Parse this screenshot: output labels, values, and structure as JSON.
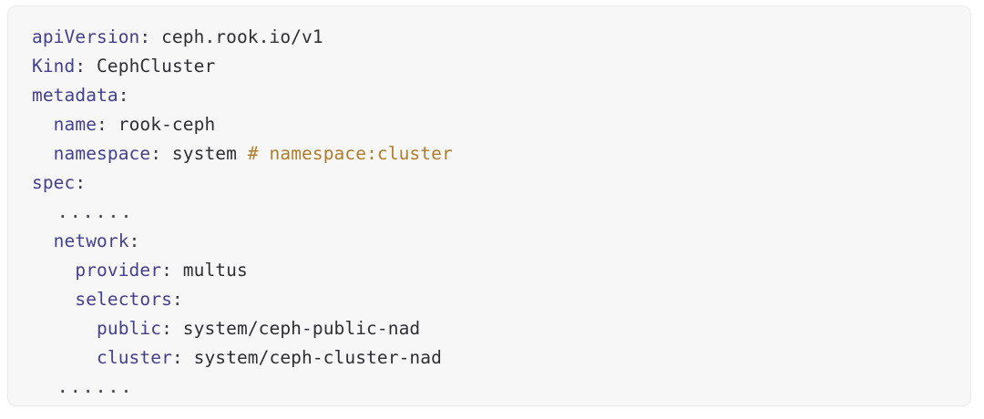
{
  "card": {
    "background": "#f7f7f8",
    "border_color": "#ececef"
  },
  "theme": {
    "key_color": "#44418c",
    "value_color": "#2e2e33",
    "comment_color": "#b07d2b",
    "punct_color": "#3a3a45"
  },
  "code": {
    "language": "yaml",
    "lines": [
      {
        "indent": 0,
        "key": "apiVersion",
        "colon": ":",
        "value": " ceph.rook.io/v1"
      },
      {
        "indent": 0,
        "key": "Kind",
        "colon": ":",
        "value": " CephCluster"
      },
      {
        "indent": 0,
        "key": "metadata",
        "colon": ":",
        "value": ""
      },
      {
        "indent": 2,
        "key": "name",
        "colon": ":",
        "value": " rook-ceph"
      },
      {
        "indent": 2,
        "key": "namespace",
        "colon": ":",
        "value": " system ",
        "comment": "# namespace:cluster"
      },
      {
        "indent": 0,
        "key": "spec",
        "colon": ":",
        "value": ""
      },
      {
        "indent": 2,
        "ellipsis": "......"
      },
      {
        "indent": 2,
        "key": "network",
        "colon": ":",
        "value": ""
      },
      {
        "indent": 4,
        "key": "provider",
        "colon": ":",
        "value": " multus"
      },
      {
        "indent": 4,
        "key": "selectors",
        "colon": ":",
        "value": ""
      },
      {
        "indent": 6,
        "key": "public",
        "colon": ":",
        "value": " system/ceph-public-nad"
      },
      {
        "indent": 6,
        "key": "cluster",
        "colon": ":",
        "value": " system/ceph-cluster-nad"
      },
      {
        "indent": 2,
        "ellipsis": "......"
      }
    ]
  }
}
